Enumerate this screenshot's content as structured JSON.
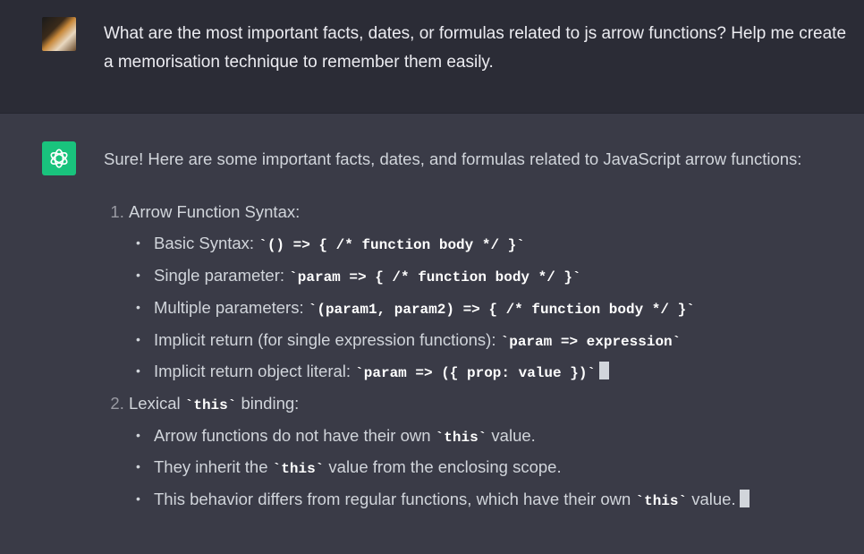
{
  "user_message": "What are the most important facts, dates, or formulas related to js arrow functions? Help me create a memorisation technique to remember them easily.",
  "assistant_intro": "Sure! Here are some important facts, dates, and formulas related to JavaScript arrow functions:",
  "sections": [
    {
      "title": [
        {
          "t": "Arrow Function Syntax:"
        }
      ],
      "items": [
        [
          {
            "t": "Basic Syntax: "
          },
          {
            "c": "`() => { /* function body */ }`"
          }
        ],
        [
          {
            "t": "Single parameter: "
          },
          {
            "c": "`param => { /* function body */ }`"
          }
        ],
        [
          {
            "t": "Multiple parameters: "
          },
          {
            "c": "`(param1, param2) => { /* function body */ }`"
          }
        ],
        [
          {
            "t": "Implicit return (for single expression functions): "
          },
          {
            "c": "`param => expression`"
          }
        ],
        [
          {
            "t": "Implicit return object literal: "
          },
          {
            "c": "`param => ({ prop: value })`"
          }
        ]
      ]
    },
    {
      "title": [
        {
          "t": "Lexical "
        },
        {
          "c": "`this`"
        },
        {
          "t": " binding:"
        }
      ],
      "items": [
        [
          {
            "t": "Arrow functions do not have their own "
          },
          {
            "c": "`this`"
          },
          {
            "t": " value."
          }
        ],
        [
          {
            "t": "They inherit the "
          },
          {
            "c": "`this`"
          },
          {
            "t": " value from the enclosing scope."
          }
        ],
        [
          {
            "t": "This behavior differs from regular functions, which have their own "
          },
          {
            "c": "`this`"
          },
          {
            "t": " value."
          }
        ]
      ]
    }
  ],
  "colors": {
    "logo": "#19c37d"
  }
}
